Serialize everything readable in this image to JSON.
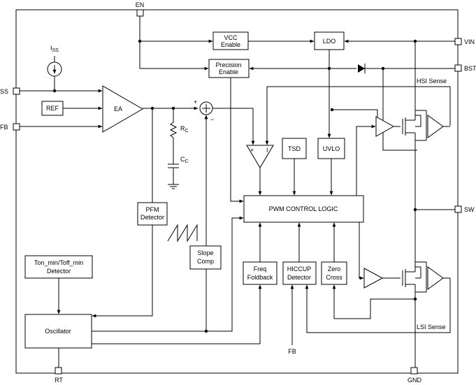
{
  "pins": {
    "en": "EN",
    "vin": "VIN",
    "bst": "BST",
    "ss": "SS",
    "fb": "FB",
    "sw": "SW",
    "rt": "RT",
    "gnd": "GND",
    "fb_bottom": "FB"
  },
  "labels": {
    "iss_main": "I",
    "iss_sub": "SS",
    "rc_main": "R",
    "rc_sub": "C",
    "cc_main": "C",
    "cc_sub": "C",
    "hsi_sense": "HSI Sense",
    "lsi_sense": "LSI Sense",
    "plus": "+",
    "minus": "−",
    "cmp_plus": "+",
    "cmp_minus": "I"
  },
  "blocks": {
    "vcc_enable": [
      "VCC",
      "Enable"
    ],
    "ldo": "LDO",
    "precision_enable": [
      "Precision",
      "Enable"
    ],
    "ref": "REF",
    "ea": "EA",
    "tsd": "TSD",
    "uvlo": "UVLO",
    "pwm_control_logic": "PWM CONTROL LOGIC",
    "pfm_detector": [
      "PFM",
      "Detector"
    ],
    "slope_comp": [
      "Slope",
      "Comp"
    ],
    "freq_foldback": [
      "Freq",
      "Foldback"
    ],
    "hiccup_detector": [
      "HICCUP",
      "Detector"
    ],
    "zero_cross": [
      "Zero",
      "Cross"
    ],
    "ton_toff_detector": [
      "Ton_min/Toff_min",
      "Detector"
    ],
    "oscillator": "Oscillator"
  },
  "colors": {
    "line": "#000000",
    "background": "#ffffff"
  }
}
